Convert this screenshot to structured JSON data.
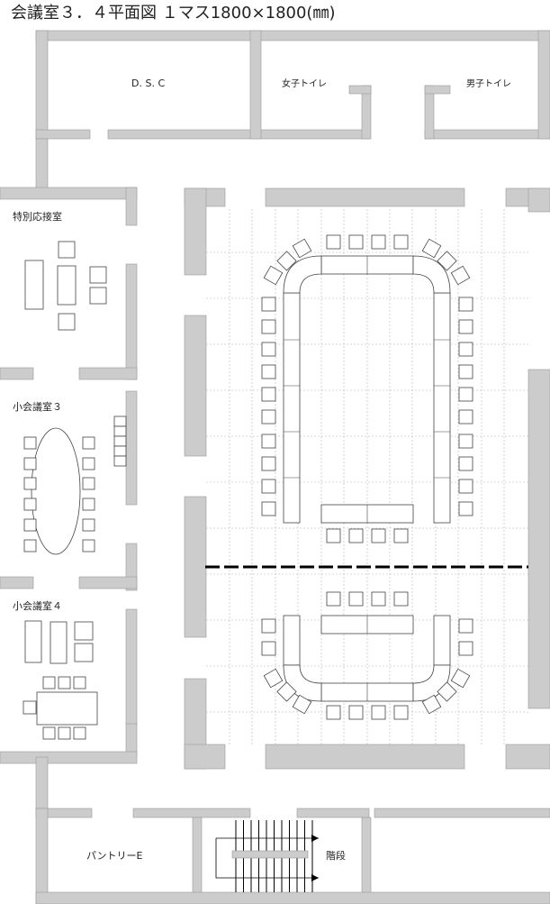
{
  "title": "会議室３．４平面図 １マス1800×1800(㎜)",
  "rooms": {
    "dsc": "D. S. C",
    "womens_toilet": "女子トイレ",
    "mens_toilet": "男子トイレ",
    "special_reception": "特別応接室",
    "small_meeting_3": "小会議室３",
    "small_meeting_4": "小会議室４",
    "pantry": "パントリーE",
    "stairs": "階段"
  },
  "colors": {
    "wall": "#cccccc",
    "wall_edge": "#9a9a9a",
    "grid": "#b4b4b4",
    "furniture": "#ffffff",
    "furniture_edge": "#444444",
    "partition": "#000000"
  }
}
